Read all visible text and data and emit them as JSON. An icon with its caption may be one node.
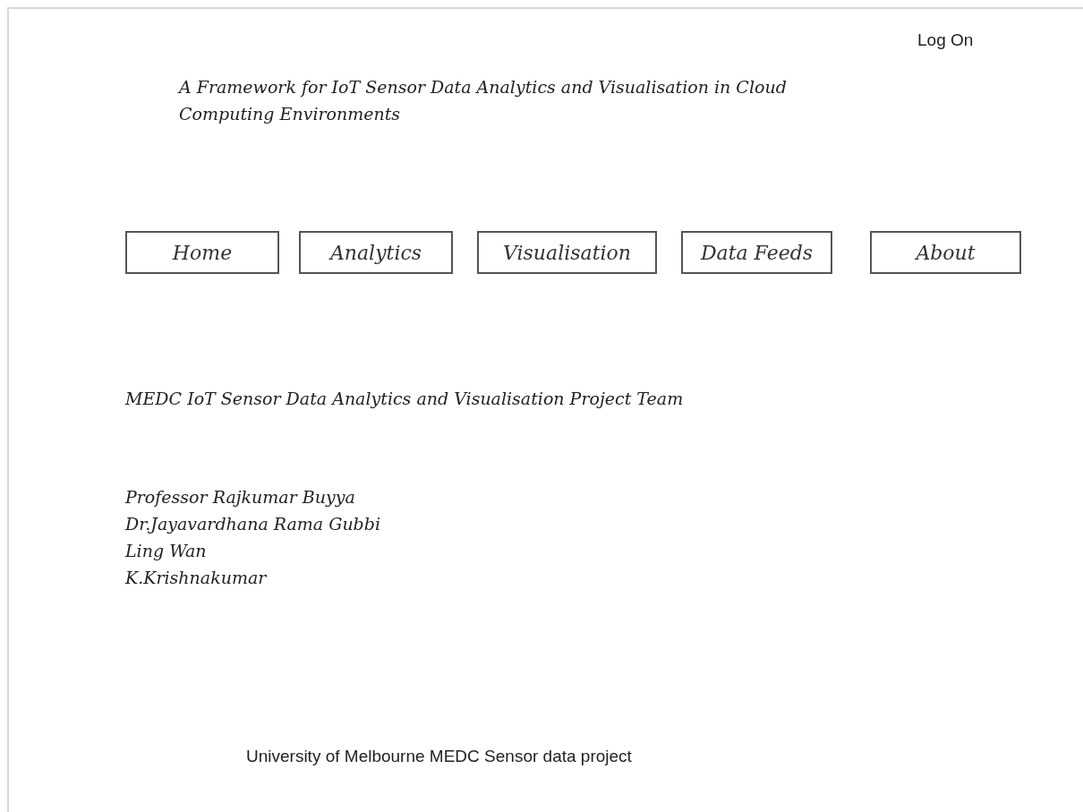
{
  "diagram": {
    "title": "A Framework for IoT Sensor Data Analytics and Visualisation in Cloud Computing Environments",
    "nodes": [
      {
        "text": [
          "Home"
        ]
      },
      {
        "text": [
          "Analytics"
        ]
      },
      {
        "text": [
          "Visualisation"
        ]
      },
      {
        "text": [
          "Data Feeds"
        ]
      },
      {
        "text": [
          "About"
        ]
      }
    ],
    "labels": [
      "Log On",
      "MEDC IoT Sensor Data Analytics and Visualisation Project Team",
      "Professor Rajkumar Buyya",
      "Dr.Jayavardhana Rama Gubbi",
      "Ling Wan",
      "K.Krishnakumar",
      "University of Melbourne MEDC Sensor data project"
    ]
  }
}
